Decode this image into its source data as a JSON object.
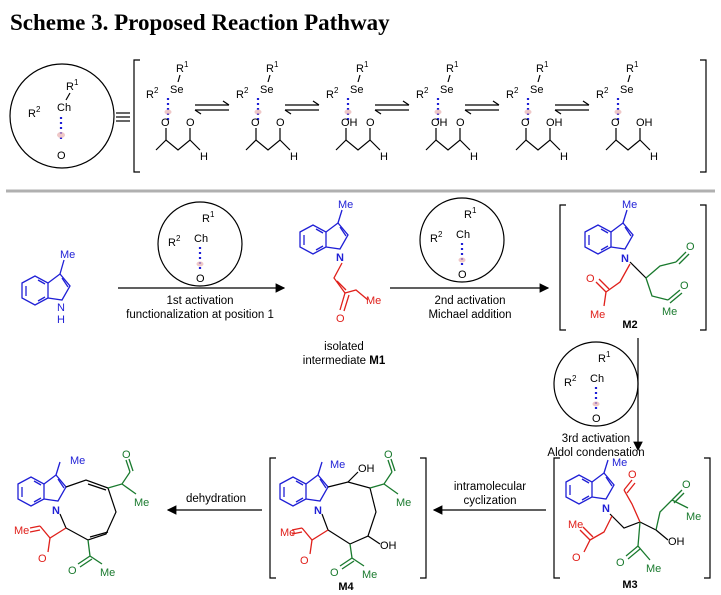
{
  "title": "Scheme 3. Proposed Reaction Pathway",
  "catalyst": {
    "r1": "R",
    "r1_sup": "1",
    "r2": "R",
    "r2_sup": "2",
    "se": "Se",
    "ch": "Ch",
    "o": "O"
  },
  "tautomer_atoms": {
    "o": "O",
    "h": "H",
    "oh": "OH"
  },
  "indole": {
    "me": "Me",
    "nh": "N",
    "h": "H",
    "n": "N"
  },
  "step1": {
    "line1": "1st activation",
    "line2": "functionalization at position 1"
  },
  "step2": {
    "line1": "2nd activation",
    "line2": "Michael addition"
  },
  "step3": {
    "line1": "3rd activation",
    "line2": "Aldol condensation"
  },
  "step4": {
    "line1": "intramolecular",
    "line2": "cyclization"
  },
  "step5": {
    "line1": "dehydration"
  },
  "m1": {
    "line1": "isolated",
    "line2_prefix": "intermediate ",
    "label": "M1"
  },
  "labels": {
    "m2": "M2",
    "m3": "M3",
    "m4": "M4"
  },
  "groups": {
    "me": "Me",
    "oh": "OH",
    "o": "O",
    "n": "N"
  }
}
